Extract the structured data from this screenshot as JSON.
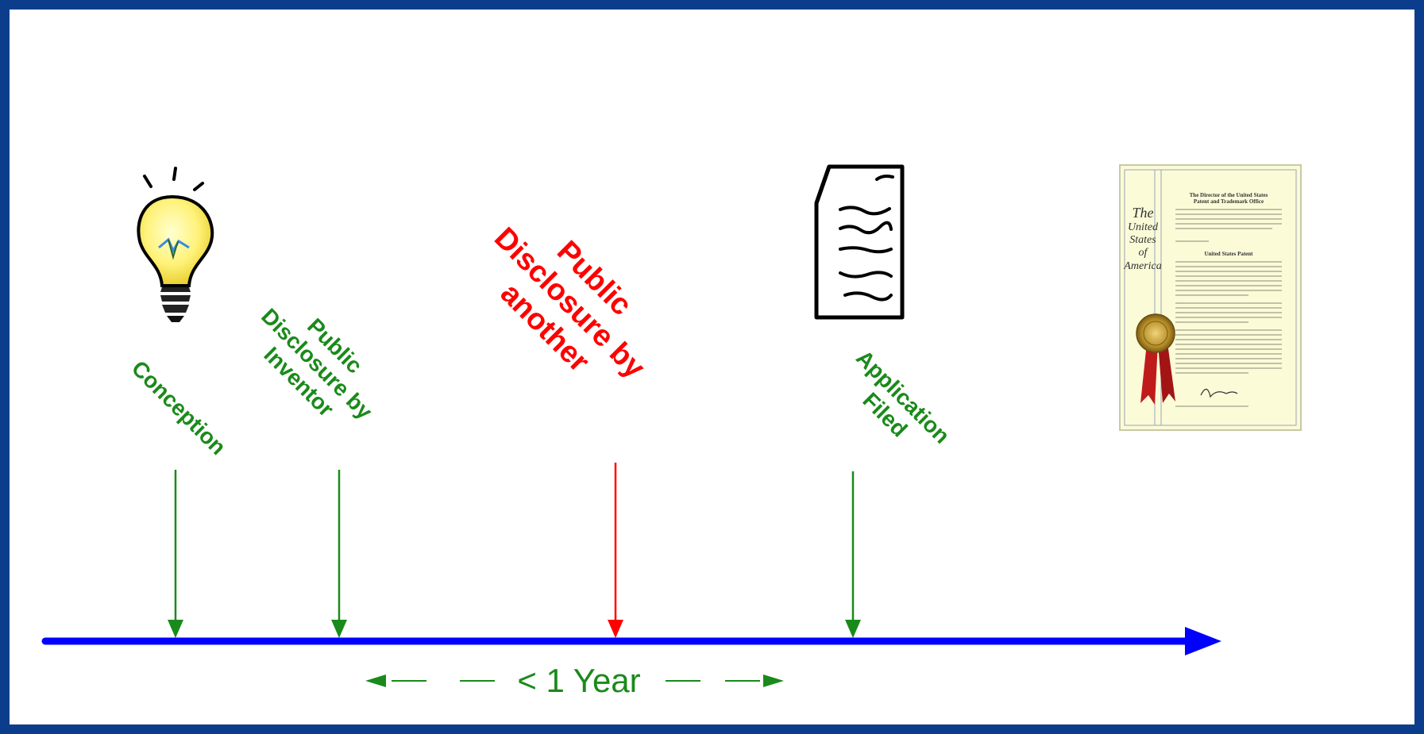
{
  "labels": {
    "conception": "Conception",
    "disclosure_inventor_1": "Public",
    "disclosure_inventor_2": "Disclosure by",
    "disclosure_inventor_3": "Inventor",
    "disclosure_another_1": "Public",
    "disclosure_another_2": "Disclosure by",
    "disclosure_another_3": "another",
    "application_1": "Application",
    "application_2": "Filed"
  },
  "duration": {
    "text": "< 1 Year"
  },
  "certificate": {
    "heading_1": "The Director of the United States",
    "heading_2": "Patent and Trademark Office",
    "side_1": "The",
    "side_2": "United",
    "side_3": "States",
    "side_4": "of",
    "side_5": "America",
    "subtitle": "United States Patent"
  },
  "colors": {
    "border": "#0b3d8c",
    "timeline": "#0000ff",
    "inventor_events": "#1a8a1a",
    "third_party_event": "#ff0000"
  },
  "icons": [
    "lightbulb-icon",
    "document-icon",
    "patent-certificate-image"
  ]
}
